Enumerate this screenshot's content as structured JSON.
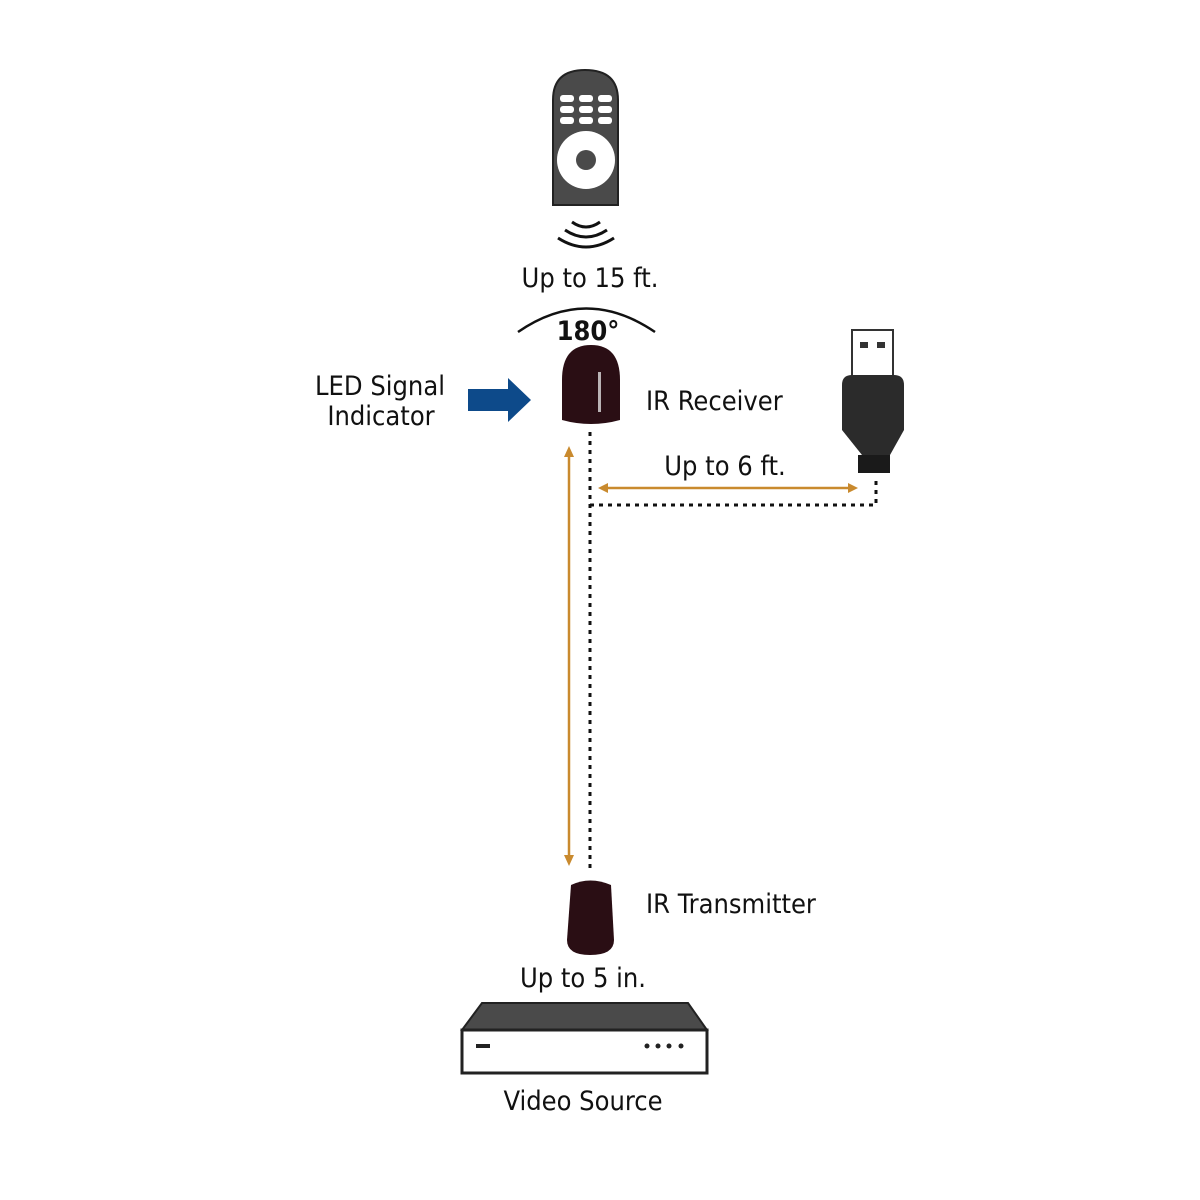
{
  "labels": {
    "remote_range": "Up to 15 ft.",
    "angle": "180°",
    "led_line1": "LED Signal",
    "led_line2": "Indicator",
    "receiver": "IR Receiver",
    "usb_range": "Up to 6 ft.",
    "transmitter": "IR Transmitter",
    "transmitter_range": "Up to 5 in.",
    "video_source": "Video Source"
  },
  "colors": {
    "arrow_blue": "#0d4a8a",
    "measure_orange": "#c98a2e",
    "device_dark": "#2a0e14",
    "remote_gray": "#4a4a4a"
  }
}
